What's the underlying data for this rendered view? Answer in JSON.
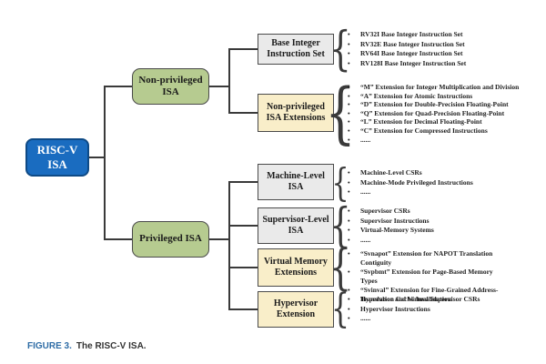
{
  "colors": {
    "node-blue": "#1a6cc0",
    "node-green": "#b6cb90",
    "node-gray": "#eaeaea",
    "node-cream": "#f9eec9",
    "line": "#3a3a3a",
    "text": "#1f1f1f",
    "caption-blue": "#2f6da6"
  },
  "diagram": {
    "root": {
      "label": "RISC-V\nISA"
    },
    "branches": [
      {
        "label": "Non-privileged\nISA"
      },
      {
        "label": "Privileged ISA"
      }
    ],
    "groups": [
      {
        "box": "Base Integer\nInstruction Set",
        "items": [
          "RV32I Base Integer Instruction Set",
          "RV32E Base Integer Instruction Set",
          "RV64I Base Integer Instruction Set",
          "RV128I Base Integer Instruction Set"
        ]
      },
      {
        "box": "Non-privileged\nISA Extensions",
        "items": [
          "“M” Extension for Integer Multiplication and Division",
          "“A” Extension for Atomic Instructions",
          "“D” Extension for Double-Precision Floating-Point",
          "“Q” Extension for Quad-Precision Floating-Point",
          "“L” Extension for Decimal Floating-Point",
          "“C” Extension for Compressed Instructions",
          "......"
        ]
      },
      {
        "box": "Machine-Level\nISA",
        "items": [
          "Machine-Level CSRs",
          "Machine-Mode Privileged Instructions",
          "......"
        ]
      },
      {
        "box": "Supervisor-Level\nISA",
        "items": [
          "Supervisor CSRs",
          "Supervisor Instructions",
          "Virtual-Memory Systems",
          "......"
        ]
      },
      {
        "box": "Virtual Memory\nExtensions",
        "items": [
          "“Svnapot” Extension for NAPOT Translation Contiguity",
          "“Svpbmt” Extension for Page-Based Memory Types",
          "“Svinval” Extension for Fine-Grained Address-Translation Cache Invalidation"
        ]
      },
      {
        "box": "Hypervisor\nExtension",
        "items": [
          "Hypervisor and Virtual Supervisor CSRs",
          "Hypervisor Instructions",
          "......"
        ]
      }
    ]
  },
  "caption": {
    "label": "FIGURE 3.",
    "text": "The RISC-V ISA."
  }
}
